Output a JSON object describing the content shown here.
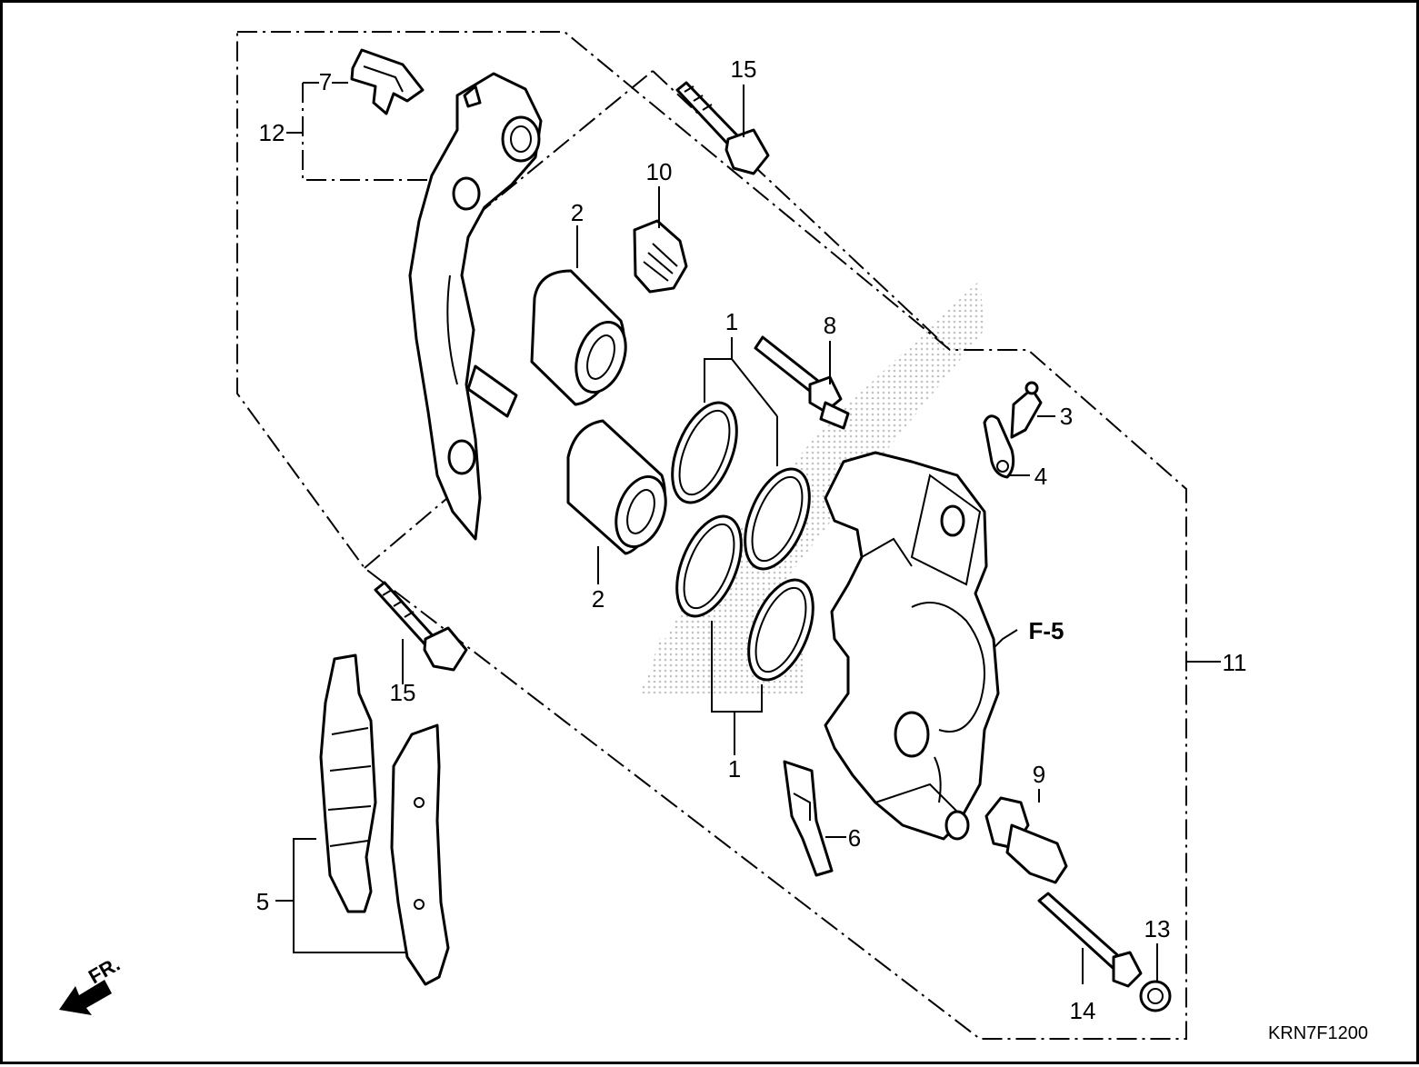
{
  "diagram": {
    "callouts": {
      "p1_top": "1",
      "p1_bottom": "1",
      "p2_top": "2",
      "p2_bottom": "2",
      "p3": "3",
      "p4": "4",
      "p5": "5",
      "p6": "6",
      "p7": "7",
      "p8": "8",
      "p9": "9",
      "p10": "10",
      "p11": "11",
      "p12": "12",
      "p13": "13",
      "p14": "14",
      "p15_top": "15",
      "p15_bottom": "15"
    },
    "ref_label": "F-5",
    "front_indicator": "FR.",
    "diagram_code": "KRN7F1200"
  },
  "colors": {
    "line": "#000000",
    "background": "#ffffff",
    "watermark": "#c8c8c8"
  }
}
